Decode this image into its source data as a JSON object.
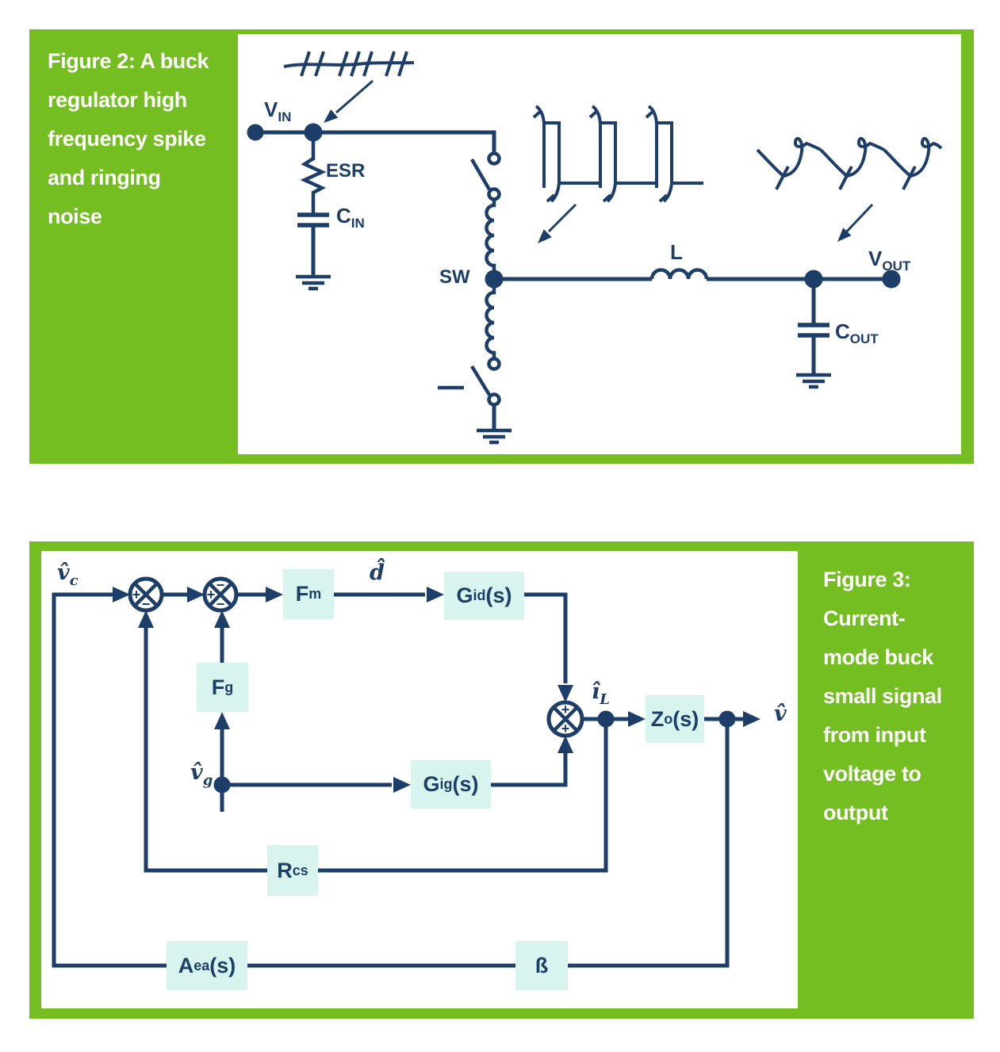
{
  "colors": {
    "green": "#74be21",
    "navy": "#1c3e69",
    "block_fill": "#d8f4ee",
    "white": "#ffffff"
  },
  "figure2": {
    "caption_lines": [
      "Figure 2: A buck",
      "regulator high",
      "frequency spike",
      "and ringing",
      "noise"
    ],
    "labels": {
      "vin": {
        "main": "V",
        "sub": "IN"
      },
      "esr": "ESR",
      "cin": {
        "main": "C",
        "sub": "IN"
      },
      "sw": "SW",
      "inductor": "L",
      "vout": {
        "main": "V",
        "sub": "OUT"
      },
      "cout": {
        "main": "C",
        "sub": "OUT"
      }
    }
  },
  "figure3": {
    "caption_lines": [
      "Figure 3:",
      "Current-",
      "mode buck",
      "small signal",
      "from input",
      "voltage to",
      "output"
    ],
    "labels": {
      "vc": {
        "main": "v̂",
        "sub": "c"
      },
      "d_hat": "d̂",
      "vg": {
        "main": "v̂",
        "sub": "g"
      },
      "il": {
        "main": "î",
        "sub": "L"
      },
      "v_hat": "v̂",
      "fm": {
        "main": "F",
        "sub": "m"
      },
      "fg": {
        "main": "F",
        "sub": "g"
      },
      "gid": {
        "main": "G",
        "sub": "id",
        "suffix": "(s)"
      },
      "gig": {
        "main": "G",
        "sub": "ig",
        "suffix": "(s)"
      },
      "zo": {
        "main": "Z",
        "sub": "o",
        "suffix": "(s)"
      },
      "rcs": {
        "main": "R",
        "sub": "cs"
      },
      "aea": {
        "main": "A",
        "sub": "ea",
        "suffix": "(s)"
      },
      "beta": "ß"
    },
    "junction_signs": {
      "j1": {
        "left": "+",
        "bottom": "−"
      },
      "j2": {
        "top": "−",
        "left": "+",
        "bottom": "−"
      },
      "j3": {
        "top": "+",
        "bottom": "+"
      }
    }
  }
}
